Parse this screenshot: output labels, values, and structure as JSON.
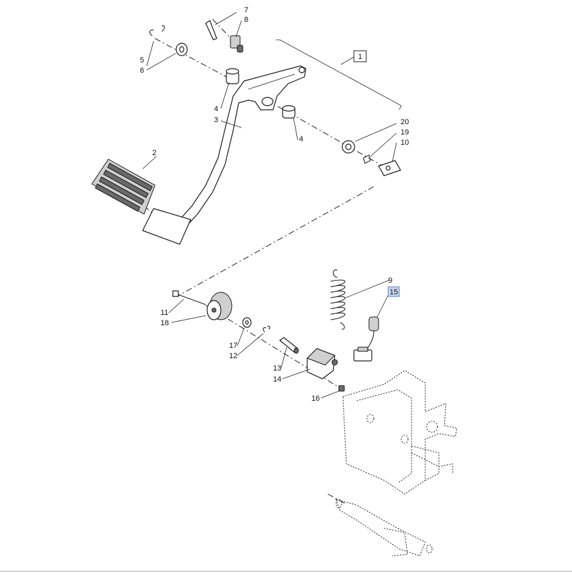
{
  "callouts": {
    "c1": "1",
    "c2": "2",
    "c3": "3",
    "c4a": "4",
    "c4b": "4",
    "c5": "5",
    "c6": "6",
    "c7": "7",
    "c8": "8",
    "c9": "9",
    "c10": "10",
    "c11": "11",
    "c12": "12",
    "c13": "13",
    "c14": "14",
    "c15": "15",
    "c16": "16",
    "c17": "17",
    "c18": "18",
    "c19": "19",
    "c20": "20"
  },
  "colors": {
    "highlight_fill": "#c8d8f0",
    "highlight_stroke": "#5a7fb8",
    "line": "#222222"
  },
  "highlighted_callout": "15"
}
